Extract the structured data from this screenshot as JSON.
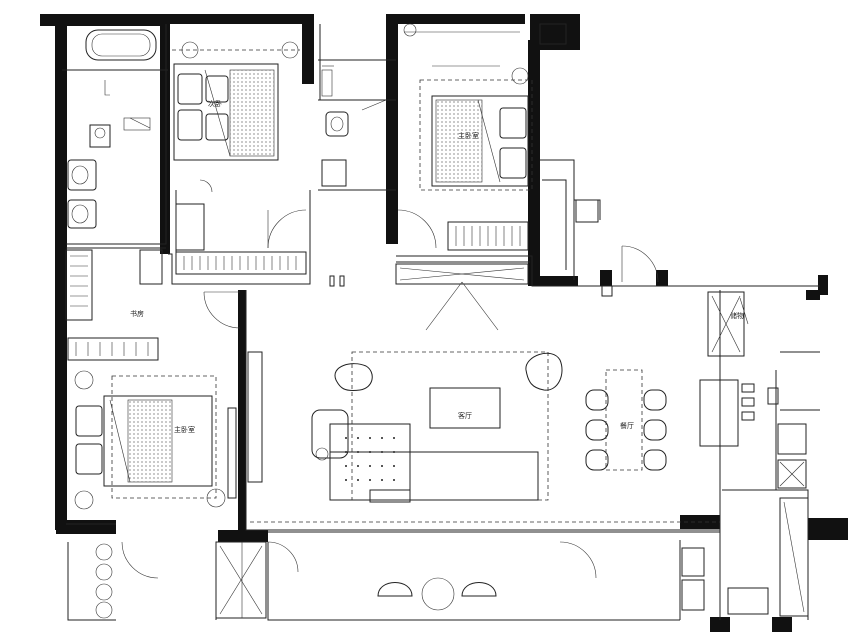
{
  "rooms": {
    "bedroom_top": "次卧",
    "master_bedroom": "主卧室",
    "study": "书房",
    "bedroom_left": "主卧室",
    "living": "客厅",
    "dining": "餐厅",
    "storage": "储物"
  },
  "colors": {
    "wall": "#111111",
    "line": "#222222",
    "background": "#ffffff"
  }
}
